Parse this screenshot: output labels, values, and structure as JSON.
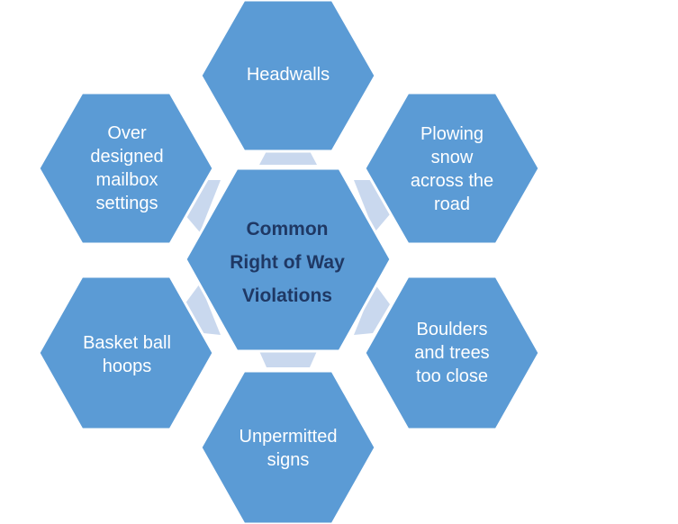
{
  "colors": {
    "outer_fill": "#5b9bd5",
    "outer_stroke": "#ffffff",
    "center_fill": "#5b9bd5",
    "connector_fill": "#c9d8ee",
    "center_text": "#1f3864",
    "outer_text": "#ffffff"
  },
  "center": {
    "lines": [
      "Common",
      "Right of Way",
      "Violations"
    ]
  },
  "nodes": [
    {
      "id": "headwalls",
      "text": "Headwalls"
    },
    {
      "id": "plowing",
      "text": "Plowing snow across the road"
    },
    {
      "id": "boulders",
      "text": "Boulders and trees too close"
    },
    {
      "id": "signs",
      "text": "Unpermitted signs"
    },
    {
      "id": "basketball",
      "text": "Basket ball hoops"
    },
    {
      "id": "mailbox",
      "text": "Over designed mailbox settings"
    }
  ]
}
